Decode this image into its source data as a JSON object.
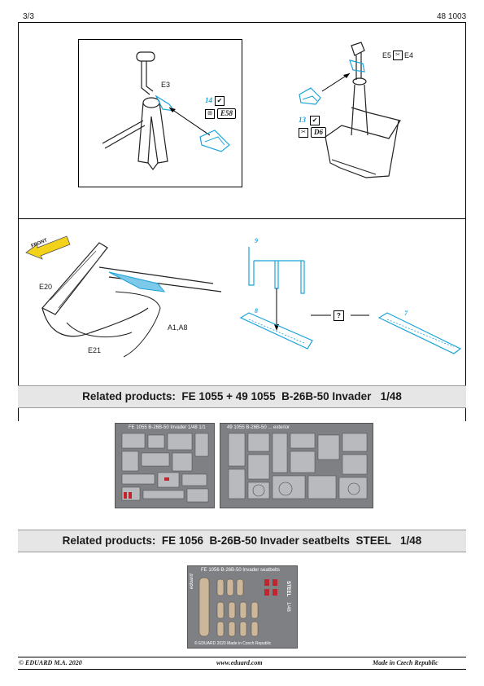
{
  "header": {
    "page": "3/3",
    "code": "48 1003"
  },
  "steps": [
    {
      "number": "14",
      "assembly_part": "E3",
      "etch_part": "E58",
      "check": "✔",
      "pe_icon": "⊞"
    },
    {
      "number": "13",
      "assembly_parts": [
        "E5",
        "E4"
      ],
      "etch_part": "D6",
      "check": "✔",
      "remove_icon": "✂"
    }
  ],
  "rear_step": {
    "labels": [
      "E20",
      "E21",
      "A1,A8"
    ],
    "part_9": "9",
    "part_8": "8",
    "part_7": "7",
    "question_mark": "?",
    "front_arrow": "FRONT"
  },
  "related": [
    {
      "text": "Related products:  FE 1055 + 49 1055  B-26B-50 Invader   1/48",
      "frets": [
        {
          "title": "FE 1055  B-26B-50  Invader 1/48 1/1"
        },
        {
          "title": "49 1055  B-26B-50 ... exterior"
        }
      ]
    },
    {
      "text": "Related products:  FE 1056  B-26B-50 Invader seatbelts  STEEL   1/48",
      "frets": [
        {
          "title": "FE 1056   B-26B-50 Invader seatbelts",
          "side_text": "STEEL",
          "scale": "1/48",
          "maker": "eduard",
          "bottom": "© EDUARD 2020   Made in Czech Republic"
        }
      ]
    }
  ],
  "footer": {
    "copyright": "© EDUARD  M.A. 2020",
    "website": "www.eduard.com",
    "origin": "Made in Czech Republic"
  }
}
